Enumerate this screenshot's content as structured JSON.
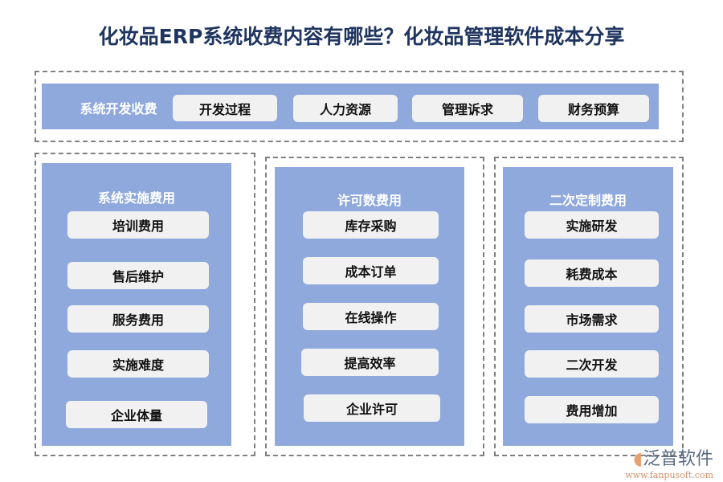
{
  "title": "化妆品ERP系统收费内容有哪些？化妆品管理软件成本分享",
  "top": {
    "label": "系统开发收费",
    "items": [
      "开发过程",
      "人力资源",
      "管理诉求",
      "财务预算"
    ]
  },
  "columns": [
    {
      "heading": "系统实施费用",
      "items": [
        "培训费用",
        "售后维护",
        "服务费用",
        "实施难度",
        "企业体量"
      ]
    },
    {
      "heading": "许可数费用",
      "items": [
        "库存采购",
        "成本订单",
        "在线操作",
        "提高效率",
        "企业许可"
      ]
    },
    {
      "heading": "二次定制费用",
      "items": [
        "实施研发",
        "耗费成本",
        "市场需求",
        "二次开发",
        "费用增加"
      ]
    }
  ],
  "logo": {
    "name": "泛普软件",
    "url": "www.fanpusoft.com"
  },
  "colors": {
    "panel": "#8fa9dc",
    "pill": "#f1f1f1",
    "title": "#1f3560"
  }
}
